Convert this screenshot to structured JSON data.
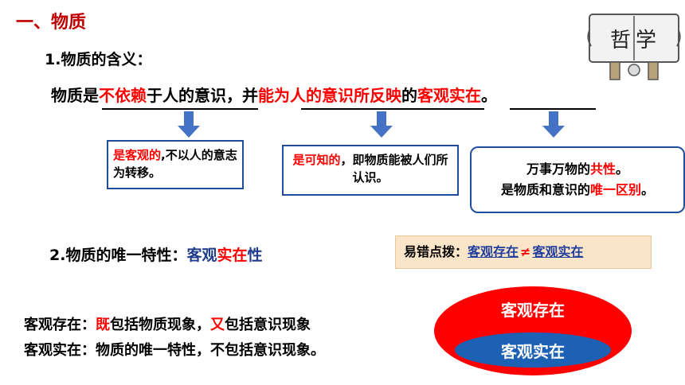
{
  "title": "一、物质",
  "definition": {
    "heading": "1.物质的含义：",
    "parts": [
      "物质是",
      "不依赖",
      "于人的意识，并",
      "能为人的意识所反映",
      "的",
      "客观实在",
      "。"
    ]
  },
  "notes": {
    "objective": {
      "red": "是客观的",
      "rest": ",不以人的意志为转移。"
    },
    "knowable": {
      "red": "是可知的",
      "rest": "，即物质能被人们所认识。"
    },
    "common": {
      "line1a": "万事万物的",
      "line1b": "共性",
      "line1c": "。",
      "line2a": "是物质和意识的",
      "line2b": "唯一区别",
      "line2c": "。"
    }
  },
  "unique": {
    "a": "2.物质的唯一特性：",
    "b": "客观",
    "c": "实在",
    "d": "性"
  },
  "tip": {
    "prefix": "易错点拨：",
    "left": "客观存在",
    "neq": "≠",
    "right": "客观实在"
  },
  "existence": {
    "a": "客观存在：",
    "b": "既",
    "c": "包括物质现象，",
    "d": "又",
    "e": "包括意识现象"
  },
  "reality": {
    "text": "客观实在：物质的唯一特性，不包括意识现象。"
  },
  "venn": {
    "outer": "客观存在",
    "inner": "客观实在"
  },
  "badge": {
    "text": "哲学"
  },
  "colors": {
    "red": "#ff0000",
    "blue": "#1f3d8a",
    "arrow": "#4472c4",
    "tip_bg": "#fbe5c8"
  }
}
